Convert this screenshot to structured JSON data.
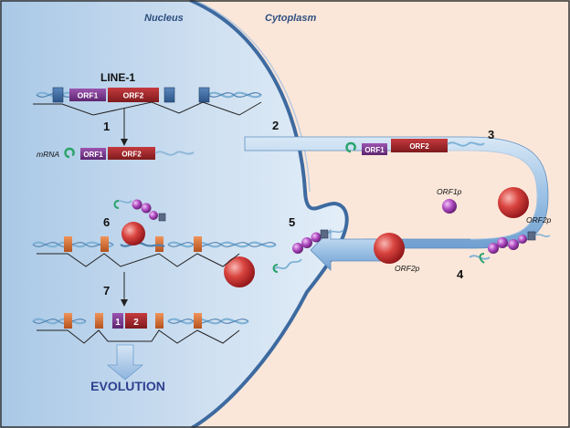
{
  "regions": {
    "nucleus": "Nucleus",
    "cytoplasm": "Cytoplasm"
  },
  "line1": {
    "title": "LINE-1",
    "orf1": "ORF1",
    "orf2": "ORF2"
  },
  "mrna": {
    "label": "mRNA",
    "orf1": "ORF1",
    "orf2": "ORF2"
  },
  "export_mrna": {
    "orf1": "ORF1",
    "orf2": "ORF2"
  },
  "steps": {
    "s1": "1",
    "s2": "2",
    "s3": "3",
    "s4": "4",
    "s5": "5",
    "s6": "6",
    "s7": "7"
  },
  "proteins": {
    "orf1p": "ORF1p",
    "orf2p_top": "ORF2p",
    "orf2p_bottom": "ORF2p"
  },
  "insertion": {
    "box1": "1",
    "box2": "2"
  },
  "outcome": "EVOLUTION",
  "colors": {
    "nucleus": "#c7dcef",
    "cytoplasm": "#fbe6d8",
    "membrane": "#3d6aa0",
    "orf1": "#7a3a8f",
    "orf2": "#a3272b",
    "exon": "#d9733a",
    "ribosome": "#c0252a",
    "orf1p": "#9b3fae",
    "outcome_text": "#2e3f8f"
  }
}
